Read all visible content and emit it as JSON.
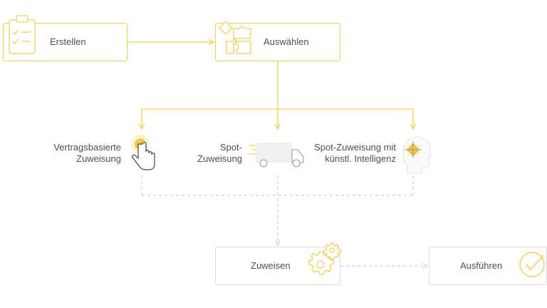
{
  "steps": {
    "create": {
      "label": "Erstellen",
      "icon": "clipboard-checklist-icon"
    },
    "select": {
      "label": "Auswählen",
      "icon": "puzzle-icon"
    },
    "assign": {
      "label": "Zuweisen",
      "icon": "gears-icon"
    },
    "execute": {
      "label": "Ausführen",
      "icon": "checkmark-circle-icon"
    }
  },
  "options": {
    "contract": {
      "line1": "Vertragsbasierte",
      "line2": "Zuweisung",
      "icon": "tap-hand-icon"
    },
    "spot": {
      "line1": "Spot-",
      "line2": "Zuweisung",
      "icon": "delivery-truck-icon"
    },
    "ai": {
      "line1": "Spot-Zuweisung mit",
      "line2": "künstl. Intelligenz",
      "icon": "ai-head-icon"
    }
  },
  "colors": {
    "accent": "#f2c94c",
    "accent_line": "#f2cf5b",
    "grey_line": "#cfcfcf",
    "text": "#4f4f4f"
  }
}
